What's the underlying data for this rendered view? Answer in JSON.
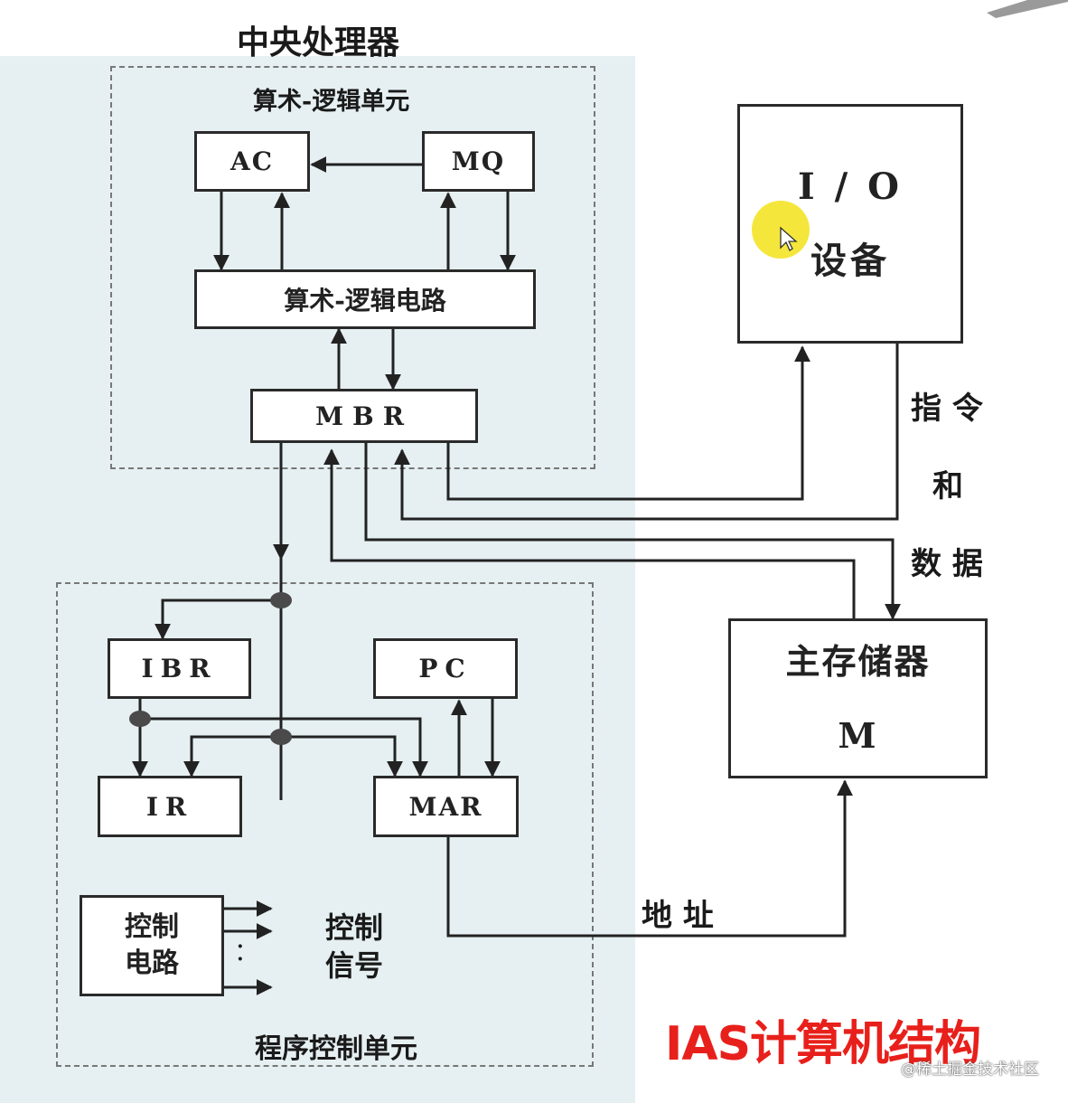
{
  "cpu": {
    "title": "中央处理器"
  },
  "alu_unit": {
    "title": "算术-逻辑单元",
    "ac": "AC",
    "mq": "MQ",
    "circuit": "算术-逻辑电路",
    "mbr": "MBR"
  },
  "control_unit": {
    "title": "程序控制单元",
    "ibr": "IBR",
    "pc": "PC",
    "ir": "IR",
    "mar": "MAR",
    "control_circuit_line1": "控制",
    "control_circuit_line2": "电路",
    "control_signal_line1": "控制",
    "control_signal_line2": "信号",
    "dots": "·  ·"
  },
  "io": {
    "line1": "I / O",
    "line2": "设备"
  },
  "memory": {
    "line1": "主存储器",
    "line2": "M"
  },
  "labels": {
    "instr_data_1": "指 令",
    "instr_data_2": "和",
    "instr_data_3": "数 据",
    "address": "地  址"
  },
  "caption": "IAS计算机结构",
  "watermark": "@稀土掘金技术社区",
  "colors": {
    "caption": "#e8201b",
    "panel": "#e6f0f2",
    "cursor": "#f3e21a"
  }
}
